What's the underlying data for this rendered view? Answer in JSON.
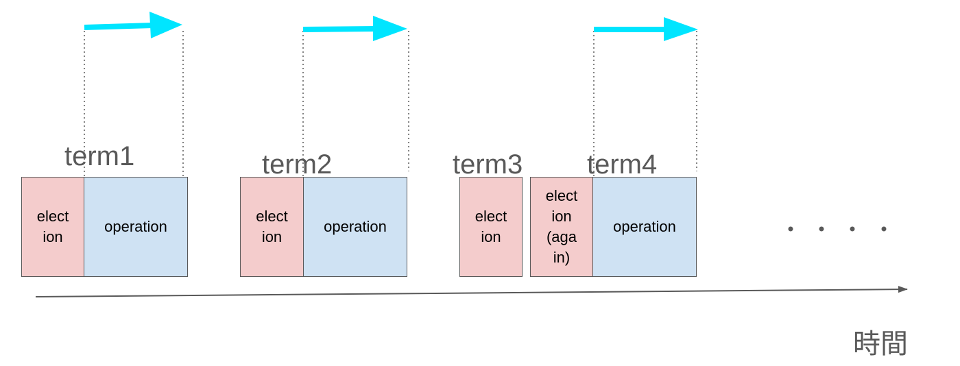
{
  "terms": [
    {
      "label": "term1",
      "election": "elect\nion",
      "operation": "operation"
    },
    {
      "label": "term2",
      "election": "elect\nion",
      "operation": "operation"
    },
    {
      "label": "term3",
      "election": "elect\nion"
    },
    {
      "label": "term4",
      "election": "elect\nion\n(aga\nin)",
      "operation": "operation"
    }
  ],
  "ellipsis": "・・・・",
  "time_axis_label": "時間",
  "colors": {
    "election_fill": "#f4cccc",
    "operation_fill": "#cfe2f3",
    "border": "#595959",
    "highlight_arrow": "#00e5ff",
    "text_gray": "#595959"
  }
}
